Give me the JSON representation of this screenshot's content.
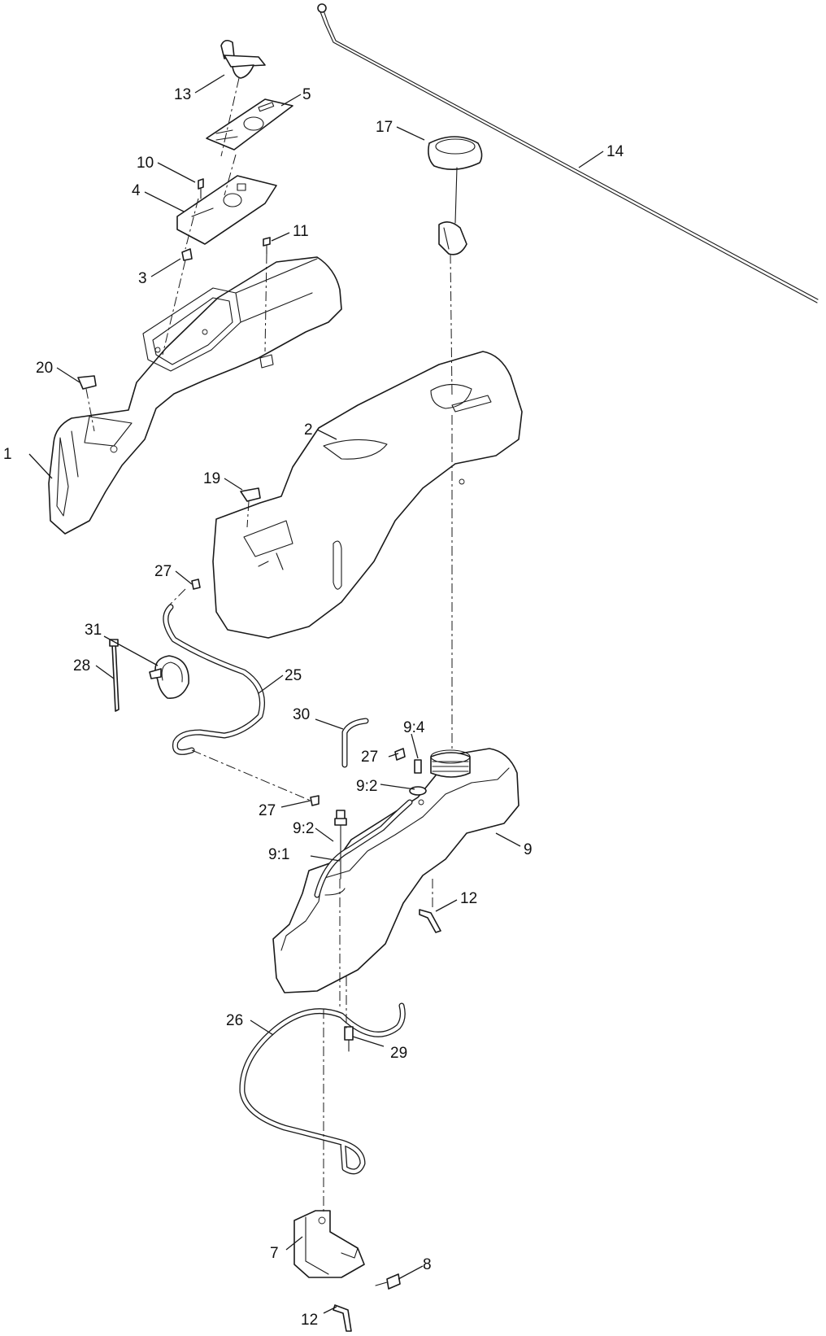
{
  "callouts": [
    {
      "id": "c1",
      "text": "1"
    },
    {
      "id": "c2",
      "text": "2"
    },
    {
      "id": "c3",
      "text": "3"
    },
    {
      "id": "c4",
      "text": "4"
    },
    {
      "id": "c5",
      "text": "5"
    },
    {
      "id": "c7",
      "text": "7"
    },
    {
      "id": "c8",
      "text": "8"
    },
    {
      "id": "c9",
      "text": "9"
    },
    {
      "id": "c9_1",
      "text": "9:1"
    },
    {
      "id": "c9_2a",
      "text": "9:2"
    },
    {
      "id": "c9_2b",
      "text": "9:2"
    },
    {
      "id": "c9_4",
      "text": "9:4"
    },
    {
      "id": "c10",
      "text": "10"
    },
    {
      "id": "c11",
      "text": "11"
    },
    {
      "id": "c12a",
      "text": "12"
    },
    {
      "id": "c12b",
      "text": "12"
    },
    {
      "id": "c13",
      "text": "13"
    },
    {
      "id": "c14",
      "text": "14"
    },
    {
      "id": "c17",
      "text": "17"
    },
    {
      "id": "c19",
      "text": "19"
    },
    {
      "id": "c20",
      "text": "20"
    },
    {
      "id": "c25",
      "text": "25"
    },
    {
      "id": "c26",
      "text": "26"
    },
    {
      "id": "c27a",
      "text": "27"
    },
    {
      "id": "c27b",
      "text": "27"
    },
    {
      "id": "c27c",
      "text": "27"
    },
    {
      "id": "c28",
      "text": "28"
    },
    {
      "id": "c29",
      "text": "29"
    },
    {
      "id": "c30",
      "text": "30"
    },
    {
      "id": "c31",
      "text": "31"
    }
  ]
}
